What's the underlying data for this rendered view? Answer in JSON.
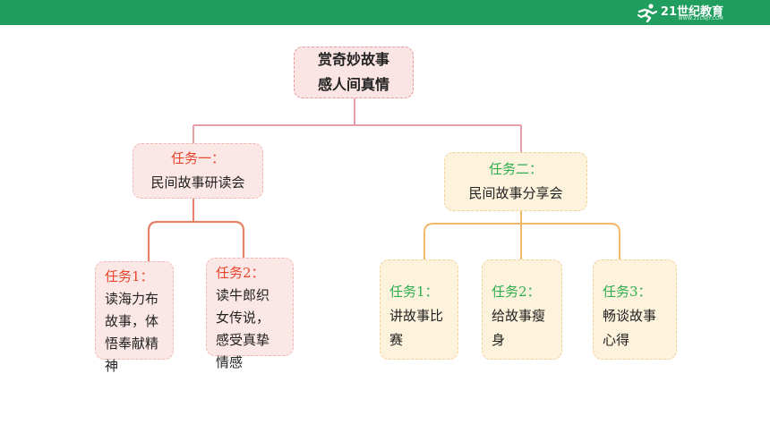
{
  "header": {
    "logo_text": "21世纪教育",
    "logo_sub": "WWW.21CNJY.COM"
  },
  "colors": {
    "header_green": "#1f9e5d",
    "accent_red": "#e8452c",
    "accent_green": "#2fae50",
    "line_pink": "#e8a0a8",
    "line_orange": "#f2b86a",
    "line_salmon": "#e7806a"
  },
  "diagram": {
    "root": {
      "line1": "赏奇妙故事",
      "line2": "感人间真情"
    },
    "task1": {
      "title": "任务一：",
      "body": "民间故事研读会",
      "subtasks": [
        {
          "title": "任务1：",
          "lines": [
            "读海力布",
            "故事，体",
            "悟奉献精",
            "神"
          ]
        },
        {
          "title": "任务2：",
          "lines": [
            "读牛郎织",
            "女传说，",
            "感受真挚",
            "情感"
          ]
        }
      ]
    },
    "task2": {
      "title": "任务二：",
      "body": "民间故事分享会",
      "subtasks": [
        {
          "title": "任务1：",
          "lines": [
            "讲故事比",
            "赛"
          ]
        },
        {
          "title": "任务2：",
          "lines": [
            "给故事瘦",
            "身"
          ]
        },
        {
          "title": "任务3：",
          "lines": [
            "畅谈故事",
            "心得"
          ]
        }
      ]
    }
  }
}
